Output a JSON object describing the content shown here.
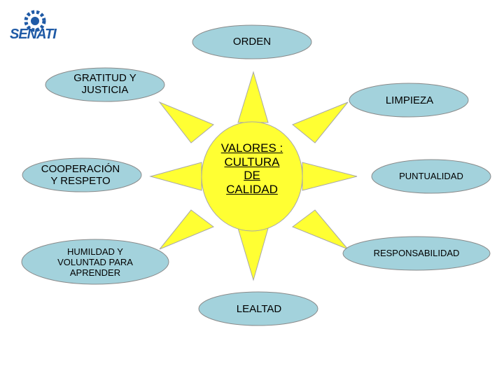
{
  "logo": {
    "text": "SENATI",
    "color": "#1f5aa6"
  },
  "center": {
    "label": "VALORES :\nCULTURA\nDE\nCALIDAD"
  },
  "values": [
    {
      "id": "orden",
      "label": "ORDEN"
    },
    {
      "id": "gratitud",
      "label": "GRATITUD Y\nJUSTICIA"
    },
    {
      "id": "limpieza",
      "label": "LIMPIEZA"
    },
    {
      "id": "cooperacion",
      "label": "COOPERACIÓN\nY RESPETO"
    },
    {
      "id": "puntualidad",
      "label": "PUNTUALIDAD"
    },
    {
      "id": "humildad",
      "label": "HUMILDAD Y\nVOLUNTAD PARA\nAPRENDER"
    },
    {
      "id": "responsabilidad",
      "label": "RESPONSABILIDAD"
    },
    {
      "id": "lealtad",
      "label": "LEALTAD"
    }
  ],
  "colors": {
    "sun": "#ffff33",
    "oval": "#a3d2dc"
  }
}
